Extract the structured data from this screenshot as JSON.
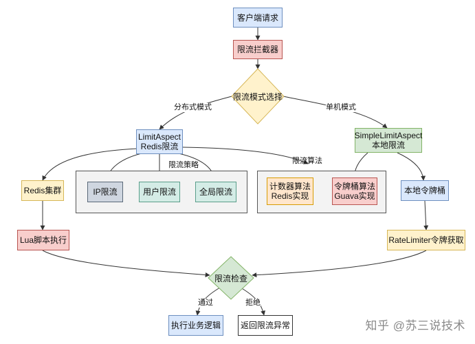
{
  "nodes": {
    "client_request": "客户端请求",
    "rate_limit_interceptor": "限流拦截器",
    "mode_select": "限流模式选择",
    "limit_aspect": "LimitAspect\nRedis限流",
    "simple_limit_aspect": "SimpleLimitAspect\n本地限流",
    "redis_cluster": "Redis集群",
    "ip_limit": "IP限流",
    "user_limit": "用户限流",
    "global_limit": "全局限流",
    "counter_algo": "计数器算法\nRedis实现",
    "token_bucket_algo": "令牌桶算法\nGuava实现",
    "local_token_bucket": "本地令牌桶",
    "lua_script": "Lua脚本执行",
    "ratelimiter_acquire": "RateLimiter令牌获取",
    "limit_check": "限流检查",
    "exec_business": "执行业务逻辑",
    "return_exception": "返回限流异常"
  },
  "labels": {
    "distributed_mode": "分布式模式",
    "single_mode": "单机模式",
    "strategy_group": "限流策略",
    "algorithm_group": "限流算法",
    "pass": "通过",
    "reject": "拒绝"
  },
  "watermark": "知乎 @苏三说技术",
  "colors": {
    "blue": "#dae8fc",
    "red": "#f8cecc",
    "green": "#d5e8d4",
    "orange": "#ffe6cc",
    "yellow": "#fff2cc",
    "gray": "#cfd6e0",
    "teal": "#d4ece6",
    "edge": "#333333"
  }
}
